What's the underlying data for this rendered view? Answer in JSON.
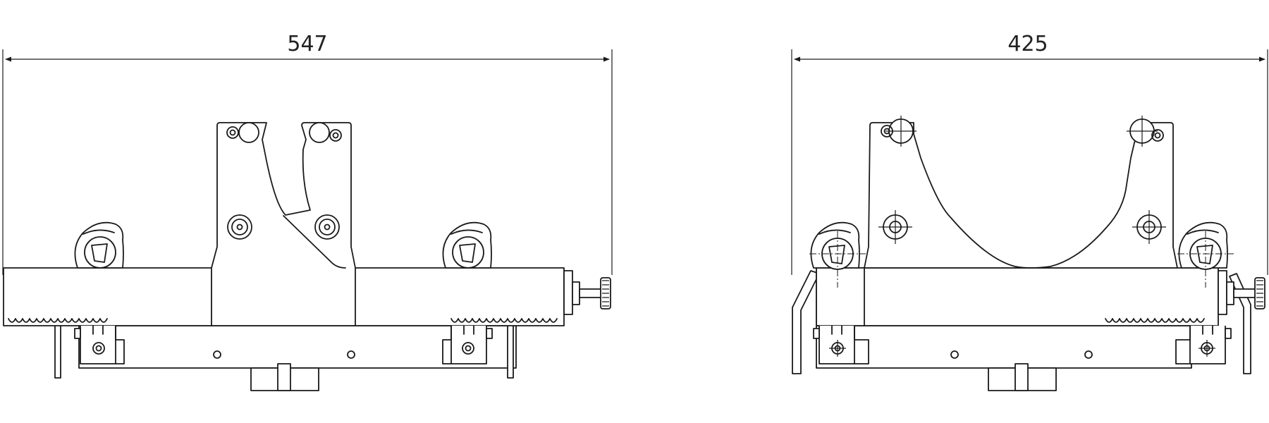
{
  "drawing": {
    "views": [
      {
        "id": "left-view",
        "dimension_label": "547"
      },
      {
        "id": "right-view",
        "dimension_label": "425"
      }
    ],
    "colors": {
      "line": "#1a1a1a",
      "background": "#ffffff"
    }
  }
}
